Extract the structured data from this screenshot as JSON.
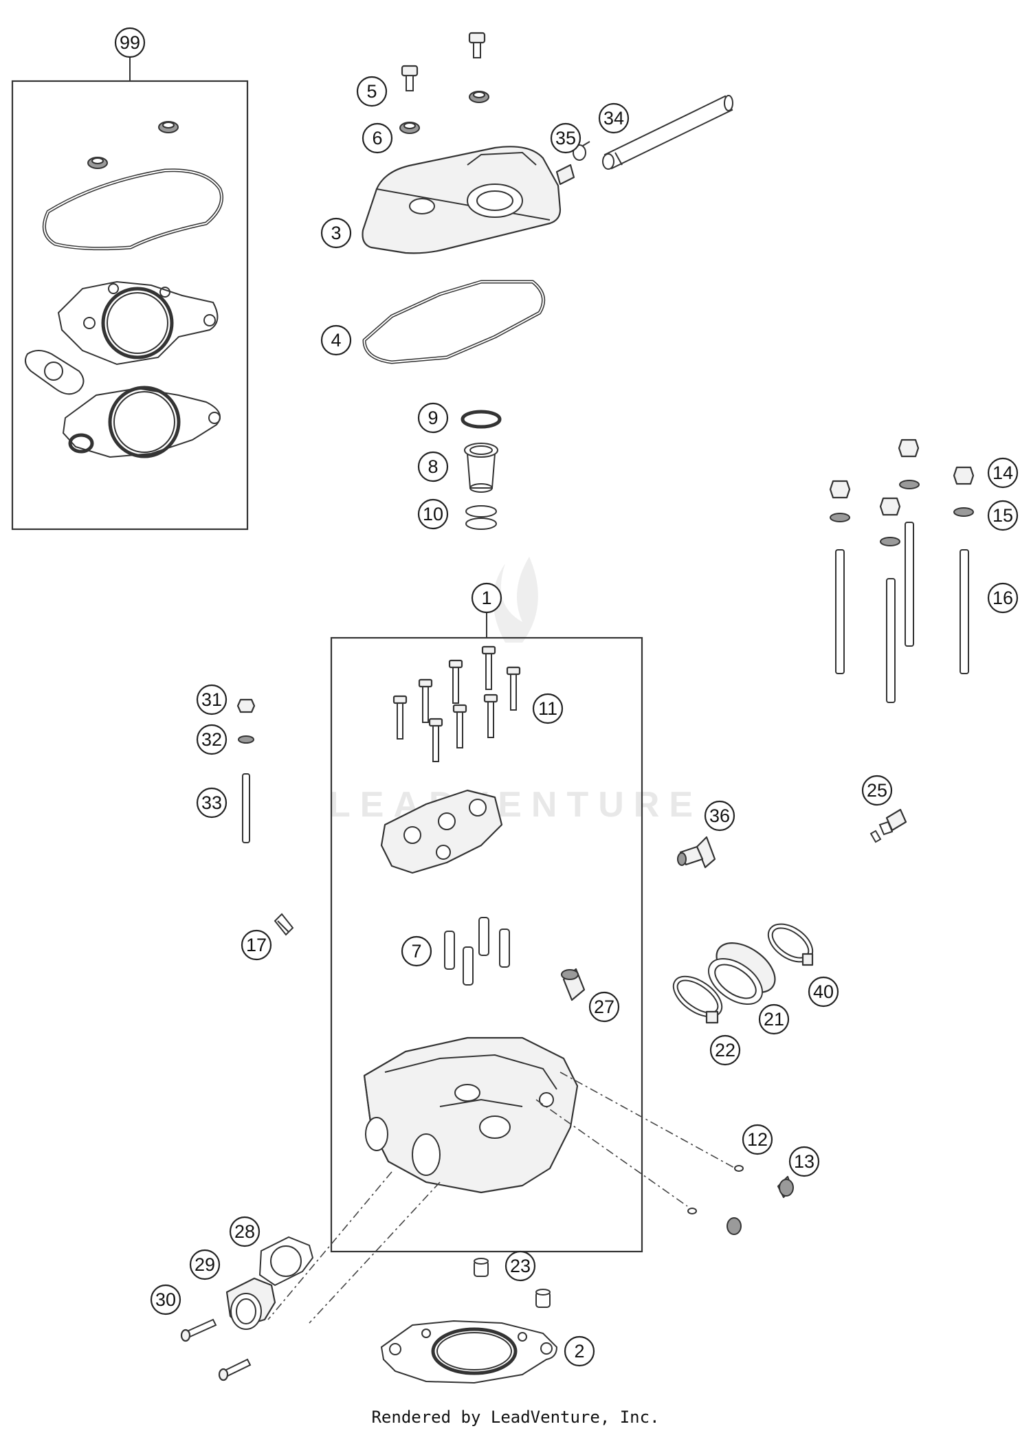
{
  "watermark": "LEADVENTURE",
  "footer": "Rendered by LeadVenture, Inc.",
  "callouts": [
    "99",
    "5",
    "6",
    "35",
    "34",
    "3",
    "4",
    "9",
    "8",
    "10",
    "14",
    "15",
    "16",
    "1",
    "11",
    "31",
    "32",
    "33",
    "36",
    "25",
    "17",
    "7",
    "27",
    "40",
    "21",
    "22",
    "12",
    "13",
    "28",
    "29",
    "30",
    "23",
    "2"
  ]
}
